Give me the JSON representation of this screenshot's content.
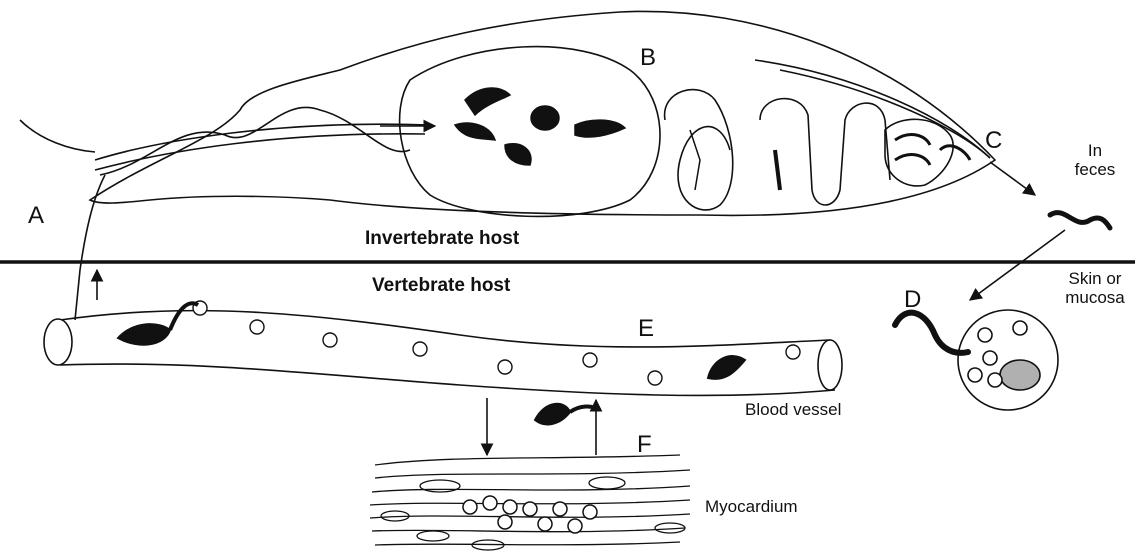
{
  "labels": {
    "a": "A",
    "b": "B",
    "c": "C",
    "d": "D",
    "e": "E",
    "f": "F",
    "invertebrate_host": "Invertebrate host",
    "vertebrate_host": "Vertebrate host",
    "in_feces_line1": "In",
    "in_feces_line2": "feces",
    "skin_line1": "Skin or",
    "skin_line2": "mucosa",
    "blood_vessel": "Blood vessel",
    "myocardium": "Myocardium"
  },
  "colors": {
    "ink": "#111111",
    "paper": "#ffffff",
    "amastigote_nucleus": "#b0b0b0"
  }
}
